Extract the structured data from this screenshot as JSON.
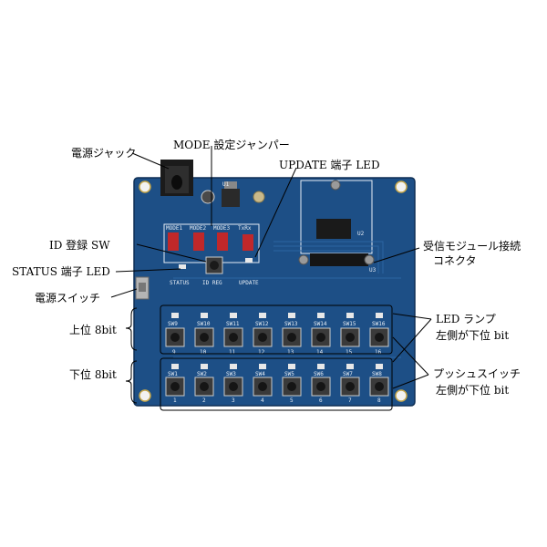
{
  "labels": {
    "power_jack": "電源ジャック",
    "mode_jumper": "MODE 設定ジャンパー",
    "update_led": "UPDATE 端子 LED",
    "id_sw": "ID 登録 SW",
    "status_led": "STATUS 端子 LED",
    "power_switch": "電源スイッチ",
    "upper_8bit": "上位 8bit",
    "lower_8bit": "下位 8bit",
    "led_lamp_1": "LED ランプ",
    "led_lamp_2": "左側が下位 bit",
    "push_switch_1": "プッシュスイッチ",
    "push_switch_2": "左側が下位 bit",
    "receiver_1": "受信モジュール接続",
    "receiver_2": "コネクタ"
  },
  "board": {
    "silk_mode": [
      "MODE1",
      "MODE2",
      "MODE3",
      "TxRx"
    ],
    "silk_status": "STATUS",
    "silk_idreg": "ID REG",
    "silk_update": "UPDATE",
    "silk_u1": "U1",
    "silk_u2": "U2",
    "silk_u3": "U3",
    "upper_switch_numbers": [
      "9",
      "10",
      "11",
      "12",
      "13",
      "14",
      "15",
      "16"
    ],
    "lower_switch_numbers": [
      "1",
      "2",
      "3",
      "4",
      "5",
      "6",
      "7",
      "8"
    ],
    "upper_switch_labels": [
      "SW9",
      "SW10",
      "SW11",
      "SW12",
      "SW13",
      "SW14",
      "SW15",
      "SW16"
    ],
    "lower_switch_labels": [
      "SW1",
      "SW2",
      "SW3",
      "SW4",
      "SW5",
      "SW6",
      "SW7",
      "SW8"
    ]
  },
  "colors": {
    "pcb": "#1d4f86",
    "pcb_dark": "#163e6d",
    "jumper_red": "#c0282a",
    "switch_body": "#3a3a3a",
    "silk": "#e8eef5"
  }
}
